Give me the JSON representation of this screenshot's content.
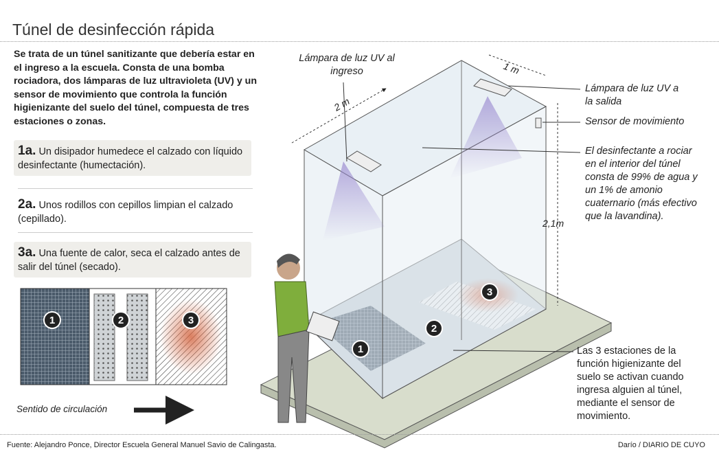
{
  "title": "Túnel de desinfección rápida",
  "intro": "Se trata de un túnel sanitizante que debería estar en el ingreso a la escuela. Consta de una bomba rociadora, dos lámparas de luz ultravioleta (UV) y un sensor de movimiento que controla la función higienizante del suelo del túnel, compuesta de tres estaciones o zonas.",
  "steps": [
    {
      "num": "1a.",
      "text": " Un disipador humedece el calzado con líquido desinfectante (humectación)."
    },
    {
      "num": "2a.",
      "text": " Unos rodillos con cepillos limpian el calzado (cepillado)."
    },
    {
      "num": "3a.",
      "text": " Una fuente de calor, seca el calzado antes de salir del túnel (secado)."
    }
  ],
  "stations": [
    "1",
    "2",
    "3"
  ],
  "circulation_label": "Sentido de circulación",
  "labels": {
    "uv_entry": "Lámpara de luz UV al ingreso",
    "uv_exit": "Lámpara de luz UV a la salida",
    "sensor": "Sensor de movimiento",
    "disinfectant": "El desinfectante a rociar en el interior del túnel consta de 99% de agua y un 1% de amonio cuaternario (más efectivo que la lavandina).",
    "stations_note": "Las 3 estaciones de la función higienizante del suelo se activan cuando ingresa alguien al túnel, mediante el sensor de movimiento."
  },
  "dimensions": {
    "length": "2 m",
    "width": "1 m",
    "height": "2,1m"
  },
  "footer": {
    "source": "Fuente: Alejandro Ponce, Director Escuela General Manuel Savio de Calingasta.",
    "credit": "Darío / DIARIO DE CUYO"
  }
}
